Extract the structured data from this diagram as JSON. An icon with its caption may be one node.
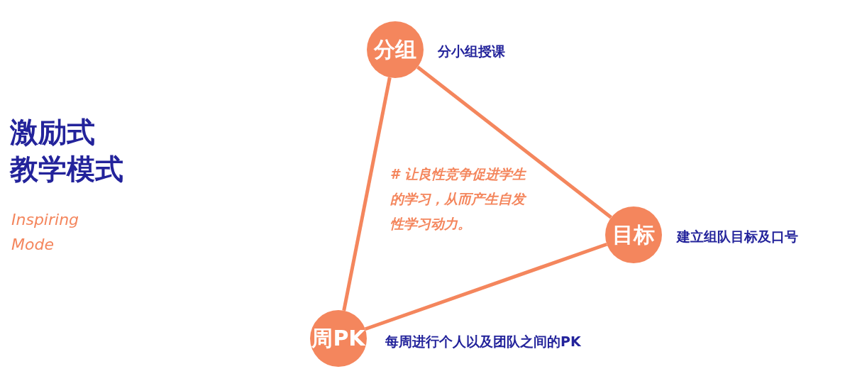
{
  "diagram": {
    "title": "激励式教学模式",
    "nodes": [
      {
        "text": [
          "分组"
        ],
        "beside": [
          "分小组授课"
        ]
      },
      {
        "text": [
          "目标"
        ],
        "beside": [
          "建立组队目标及口号"
        ]
      },
      {
        "text": [
          "周PK"
        ],
        "beside": [
          "每周进行个人以及团队之间的PK"
        ]
      }
    ],
    "edges": [
      {
        "from": 0,
        "to": 1,
        "arrow": "none"
      },
      {
        "from": 1,
        "to": 2,
        "arrow": "none"
      },
      {
        "from": 2,
        "to": 0,
        "arrow": "none"
      }
    ],
    "labels": [
      "Inspiring Mode",
      "# 让良性竞争促进学生的学习，从而产生自发性学习动力。"
    ]
  }
}
